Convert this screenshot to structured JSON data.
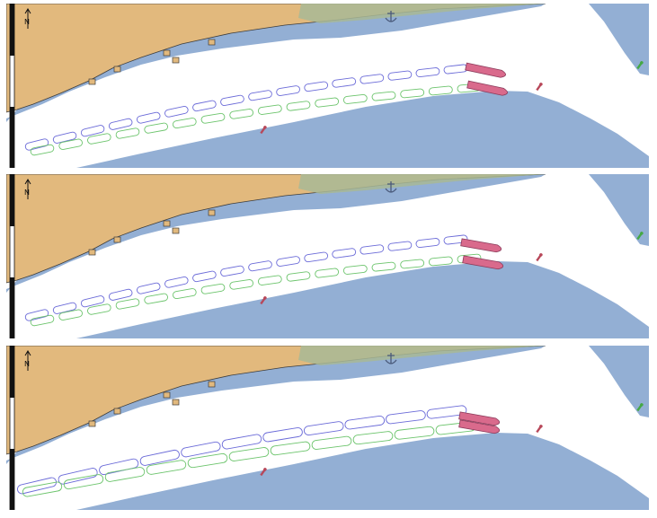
{
  "colors": {
    "land": "#e2b97d",
    "water": "#93afd4",
    "shallow": "#a8b895",
    "coast": "#3c3c3c",
    "track_a": "#6b6bd8",
    "track_b": "#6cc46c",
    "vessel": "#d96a8c",
    "vessel_outline": "#8a3a5a",
    "buoy_red": "#b8485a",
    "buoy_green": "#45a845",
    "scale_dark": "#111111",
    "scale_light": "#ffffff"
  },
  "map": {
    "north_arrow_label": "N",
    "panels": [
      {
        "id": "panel-1",
        "formation": "tight-side-by-side",
        "vessel_count": 2
      },
      {
        "id": "panel-2",
        "formation": "tight-side-by-side",
        "vessel_count": 2
      },
      {
        "id": "panel-3",
        "formation": "converging",
        "vessel_count": 2
      }
    ]
  }
}
